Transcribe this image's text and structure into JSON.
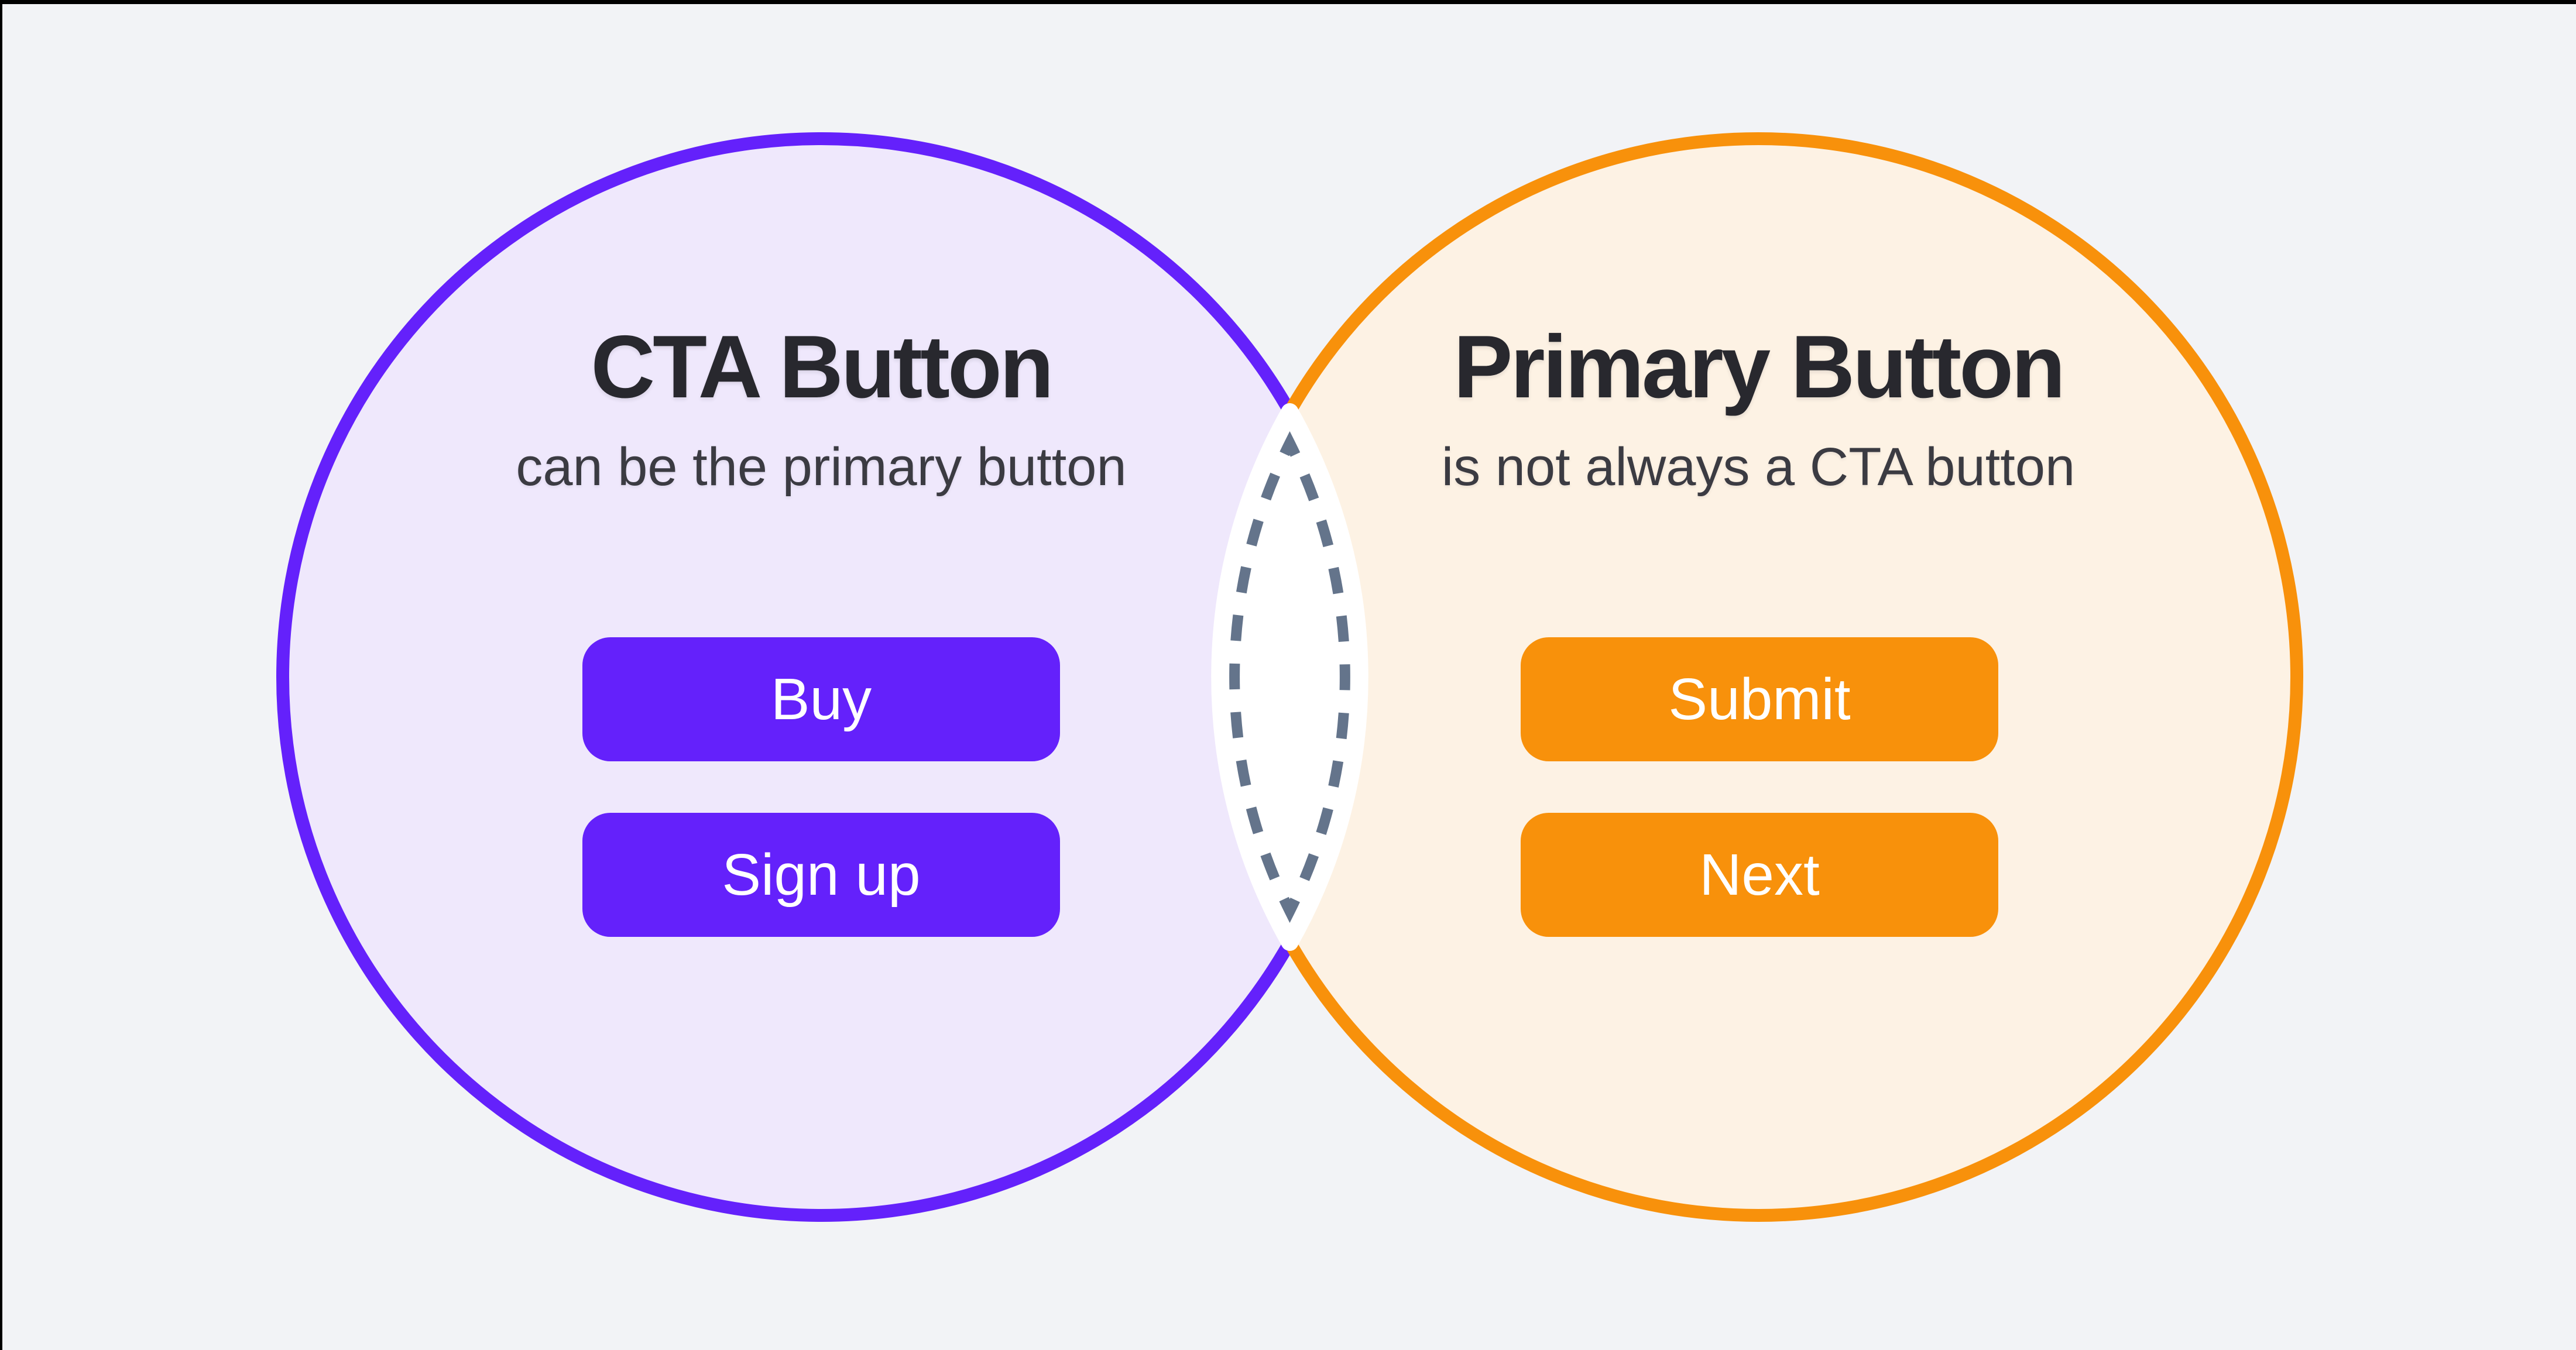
{
  "page": {
    "background_color": "#F2F3F6",
    "edge_artifact_color": "#000000"
  },
  "venn": {
    "left": {
      "title": "CTA Button",
      "subtitle": "can be the primary button",
      "circle_fill": "#EFE8FC",
      "circle_stroke": "#6421FB",
      "button_color": "#6421FB",
      "button_text_color": "#FFFFFF",
      "buttons": [
        {
          "label": "Buy"
        },
        {
          "label": "Sign up"
        }
      ]
    },
    "right": {
      "title": "Primary Button",
      "subtitle": "is not always a CTA button",
      "circle_fill": "#FDF2E4",
      "circle_stroke": "#F8910B",
      "button_color": "#F8910B",
      "button_text_color": "#FFFFFF",
      "buttons": [
        {
          "label": "Submit"
        },
        {
          "label": "Next"
        }
      ]
    },
    "intersection": {
      "fill": "#FFFFFF",
      "dash_color": "#64748B"
    },
    "title_text_color": "#28282E",
    "subtitle_text_color": "#3B3B42"
  }
}
